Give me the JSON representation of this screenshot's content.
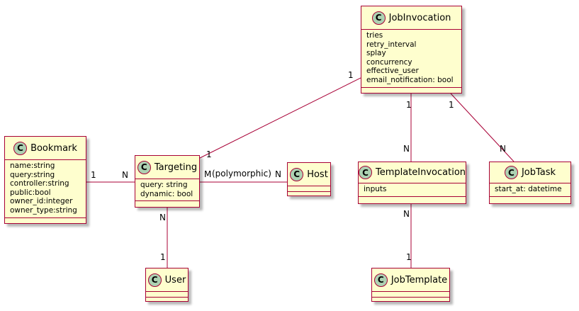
{
  "diagram": {
    "classes": [
      {
        "id": "jobinvocation",
        "name": "JobInvocation",
        "attributes": [
          "tries",
          "retry_interval",
          "splay",
          "concurrency",
          "effective_user",
          "email_notification: bool"
        ]
      },
      {
        "id": "bookmark",
        "name": "Bookmark",
        "attributes": [
          "name:string",
          "query:string",
          "controller:string",
          "public:bool",
          "owner_id:integer",
          "owner_type:string"
        ]
      },
      {
        "id": "targeting",
        "name": "Targeting",
        "attributes": [
          "query: string",
          "dynamic: bool"
        ]
      },
      {
        "id": "host",
        "name": "Host",
        "attributes": []
      },
      {
        "id": "templateinvocation",
        "name": "TemplateInvocation",
        "attributes": [
          "inputs"
        ]
      },
      {
        "id": "jobtask",
        "name": "JobTask",
        "attributes": [
          "start_at: datetime"
        ]
      },
      {
        "id": "user",
        "name": "User",
        "attributes": []
      },
      {
        "id": "jobtemplate",
        "name": "JobTemplate",
        "attributes": []
      }
    ],
    "class_badge": "C",
    "relations": [
      {
        "from": "JobInvocation",
        "to": "Targeting",
        "from_mult": "1",
        "to_mult": "1",
        "label": ""
      },
      {
        "from": "Bookmark",
        "to": "Targeting",
        "from_mult": "1",
        "to_mult": "N",
        "label": ""
      },
      {
        "from": "Targeting",
        "to": "Host",
        "from_mult": "M",
        "to_mult": "N",
        "label": "(polymorphic)"
      },
      {
        "from": "JobInvocation",
        "to": "TemplateInvocation",
        "from_mult": "1",
        "to_mult": "N",
        "label": ""
      },
      {
        "from": "JobInvocation",
        "to": "JobTask",
        "from_mult": "1",
        "to_mult": "N",
        "label": ""
      },
      {
        "from": "Targeting",
        "to": "User",
        "from_mult": "N",
        "to_mult": "1",
        "label": ""
      },
      {
        "from": "TemplateInvocation",
        "to": "JobTemplate",
        "from_mult": "N",
        "to_mult": "1",
        "label": ""
      }
    ],
    "colors": {
      "class_fill": "#fefece",
      "border": "#a80036",
      "badge_fill": "#add1b2",
      "text": "#000000"
    }
  }
}
